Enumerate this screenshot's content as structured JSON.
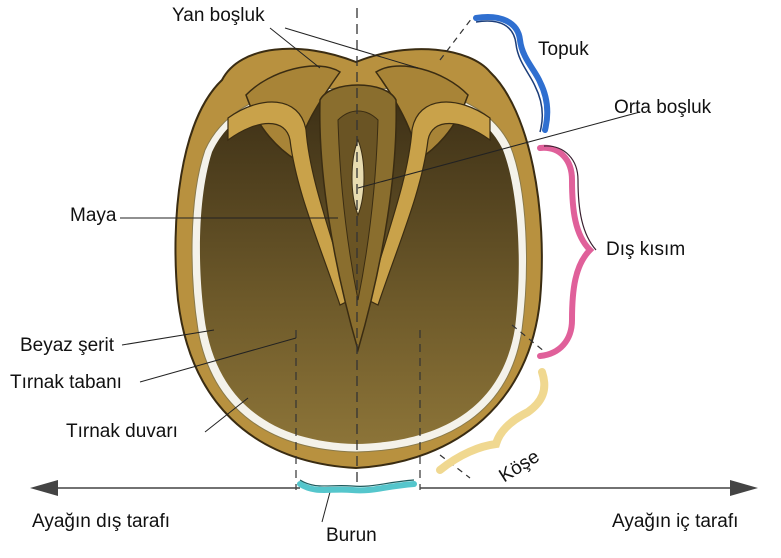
{
  "labels": {
    "yan_bosluk": "Yan boşluk",
    "topuk": "Topuk",
    "orta_bosluk": "Orta boşluk",
    "maya": "Maya",
    "dis_kisim": "Dış kısım",
    "beyaz_serit": "Beyaz şerit",
    "tirnak_tabani": "Tırnak tabanı",
    "tirnak_duvari": "Tırnak duvarı",
    "kose": "Köşe",
    "burun": "Burun",
    "ayagin_dis_tarafi": "Ayağın dış tarafı",
    "ayagin_ic_tarafi": "Ayağın iç tarafı"
  },
  "colors": {
    "topuk_bracket": "#2f6fd0",
    "dis_kisim_bracket": "#e0609a",
    "kose_bracket": "#f0d890",
    "burun_bracket": "#55c6cc",
    "hoof_wall": "#b8913f",
    "sole_dark": "#4a3a1e",
    "white_line": "#f4f2ea",
    "arrow": "#444444"
  }
}
